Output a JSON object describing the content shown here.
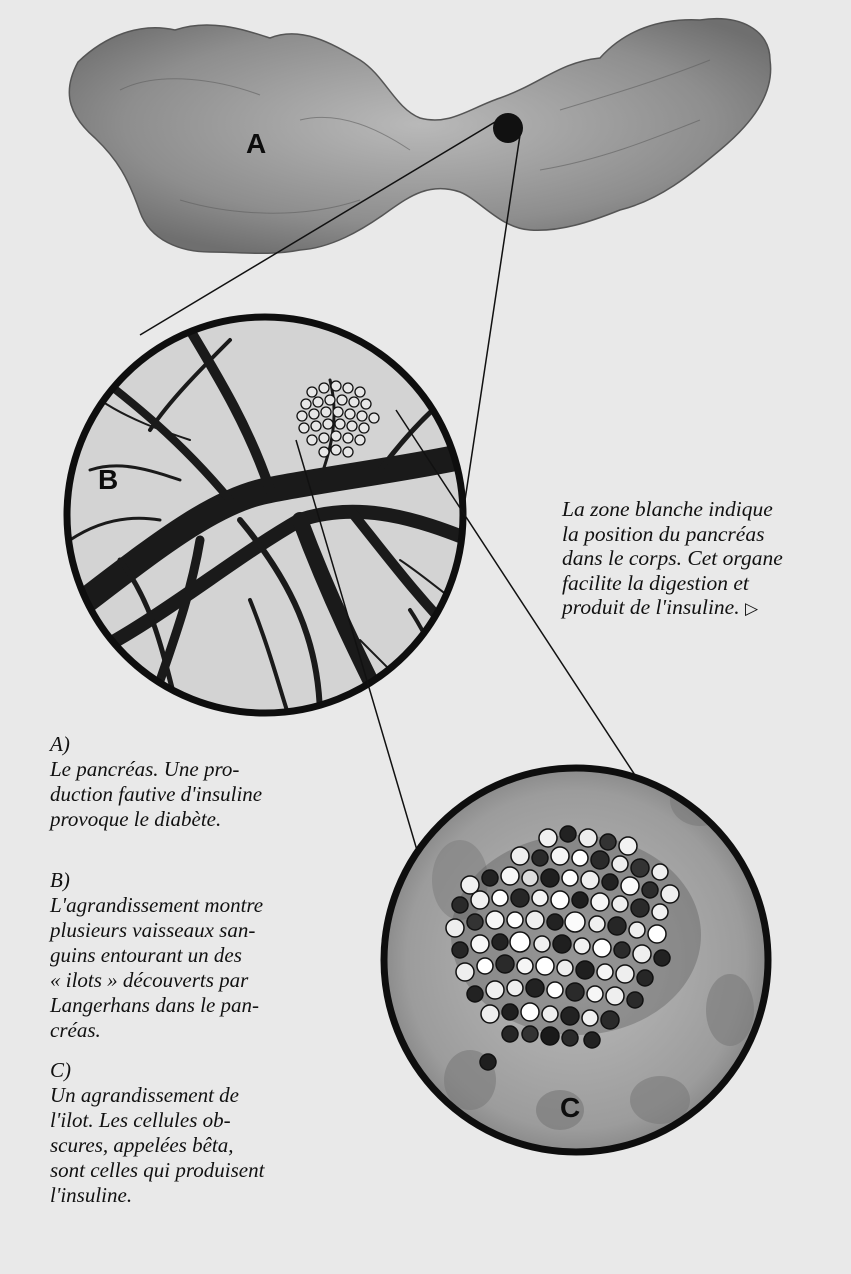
{
  "labels": {
    "a": "A",
    "b": "B",
    "c": "C"
  },
  "side_caption": {
    "lines": [
      "La zone blanche indique",
      "la position du pancréas",
      "dans le corps. Cet organe",
      "facilite la digestion et",
      "produit de l'insuline."
    ],
    "arrow": "▷"
  },
  "captions": [
    {
      "key": "A)",
      "lines": [
        "Le pancréas. Une pro-",
        "duction fautive d'insuline",
        "provoque le diabète."
      ]
    },
    {
      "key": "B)",
      "lines": [
        "L'agrandissement montre",
        "plusieurs vaisseaux san-",
        "guins entourant un des",
        "« ilots » découverts par",
        "Langerhans dans le pan-",
        "créas."
      ]
    },
    {
      "key": "C)",
      "lines": [
        "Un agrandissement de",
        "l'ilot. Les cellules ob-",
        "scures, appelées bêta,",
        "sont celles qui produisent",
        "l'insuline."
      ]
    }
  ],
  "colors": {
    "paper": "#e9e9e9",
    "ink": "#111111",
    "organ": "#9a9a9a",
    "circle_b_fill": "#d2d2d2",
    "circle_c_fill": "#a8a8a8"
  },
  "icons": {
    "arrow": "triangle-right-outline"
  }
}
